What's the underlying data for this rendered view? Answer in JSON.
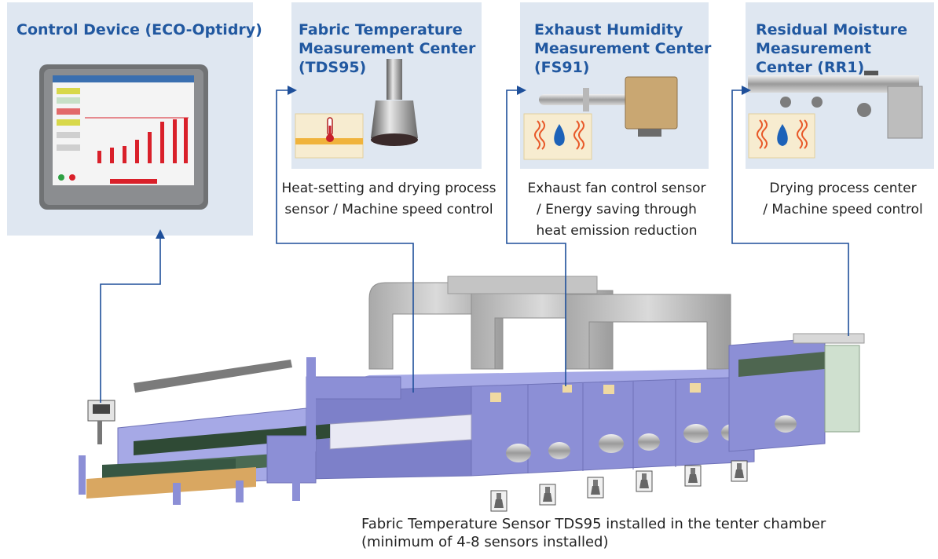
{
  "panels": {
    "control": {
      "title": "Control Device (ECO-Optidry)"
    },
    "tds95": {
      "title": "Fabric Temperature\nMeasurement Center\n(TDS95)",
      "description": "Heat-setting and drying process\nsensor  / Machine speed control"
    },
    "fs91": {
      "title": "Exhaust Humidity\nMeasurement Center\n(FS91)",
      "description": "Exhaust fan control sensor\n/ Energy saving through\nheat emission reduction"
    },
    "rr1": {
      "title": "Residual Moisture\nMeasurement\nCenter (RR1)",
      "description": "Drying process center\n/ Machine speed control"
    }
  },
  "caption": "Fabric Temperature Sensor TDS95 installed in the tenter chamber\n(minimum of 4-8 sensors installed)",
  "colors": {
    "panel_bg": "#dfe7f1",
    "title": "#2158a0",
    "arrow": "#1e4f9a",
    "machine_body": "#8c8fd6",
    "bar_red": "#d9202a"
  },
  "icons": [
    "thermometer-icon",
    "humidity-drop-icon",
    "moisture-drop-icon",
    "arrow-up-icon",
    "arrow-right-icon"
  ]
}
